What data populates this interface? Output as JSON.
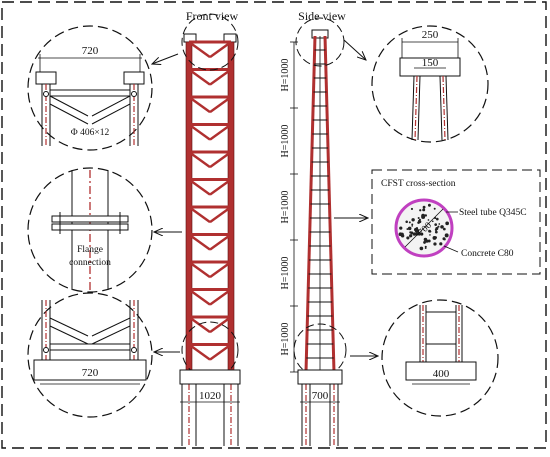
{
  "views": {
    "front": "Front view",
    "side": "Side view"
  },
  "dimensions": {
    "top_detail_width": "720",
    "brace_tube": "Φ 406×12",
    "bottom_detail_width": "720",
    "front_base_width": "1020",
    "side_base_width": "700",
    "side_top_detail_width": "250",
    "side_top_inner_width": "150",
    "side_bottom_detail_width": "400"
  },
  "heights": [
    "H=1000",
    "H=1000",
    "H=1000",
    "H=1000",
    "H=1000"
  ],
  "flange": {
    "line1": "Flange",
    "line2": "connection"
  },
  "cfst": {
    "title": "CFST cross-section",
    "diameter": "700",
    "steel": "Steel tube Q345C",
    "concrete": "Concrete C80"
  },
  "colors": {
    "member": "#b03030",
    "line": "#111111",
    "steel_ring": "#c040c0"
  }
}
